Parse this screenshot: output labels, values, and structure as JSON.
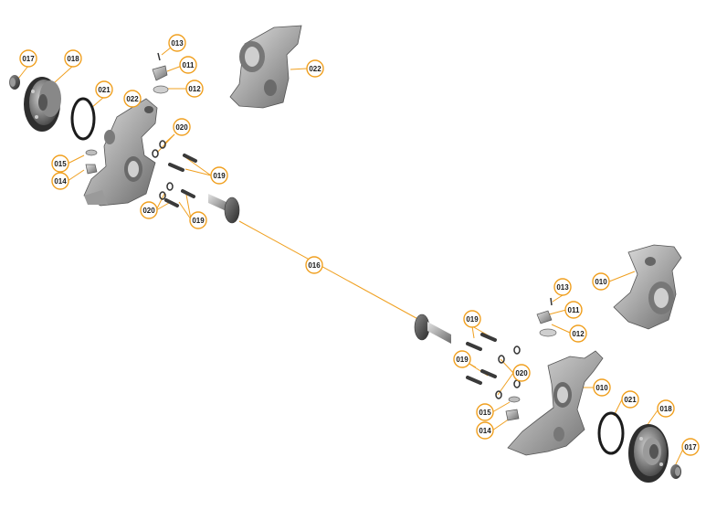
{
  "accent_color": "#f0a020",
  "callouts": {
    "c017a": "017",
    "c018a": "018",
    "c021a": "021",
    "c022a": "022",
    "c013a": "013",
    "c011a": "011",
    "c012a": "012",
    "c022b": "022",
    "c020a": "020",
    "c019a": "019",
    "c015a": "015",
    "c014a": "014",
    "c020b": "020",
    "c019b": "019",
    "c016": "016",
    "c013b": "013",
    "c011b": "011",
    "c012b": "012",
    "c010a": "010",
    "c019c": "019",
    "c019d": "019",
    "c020c": "020",
    "c010b": "010",
    "c015b": "015",
    "c014b": "014",
    "c021b": "021",
    "c018b": "018",
    "c017b": "017"
  }
}
